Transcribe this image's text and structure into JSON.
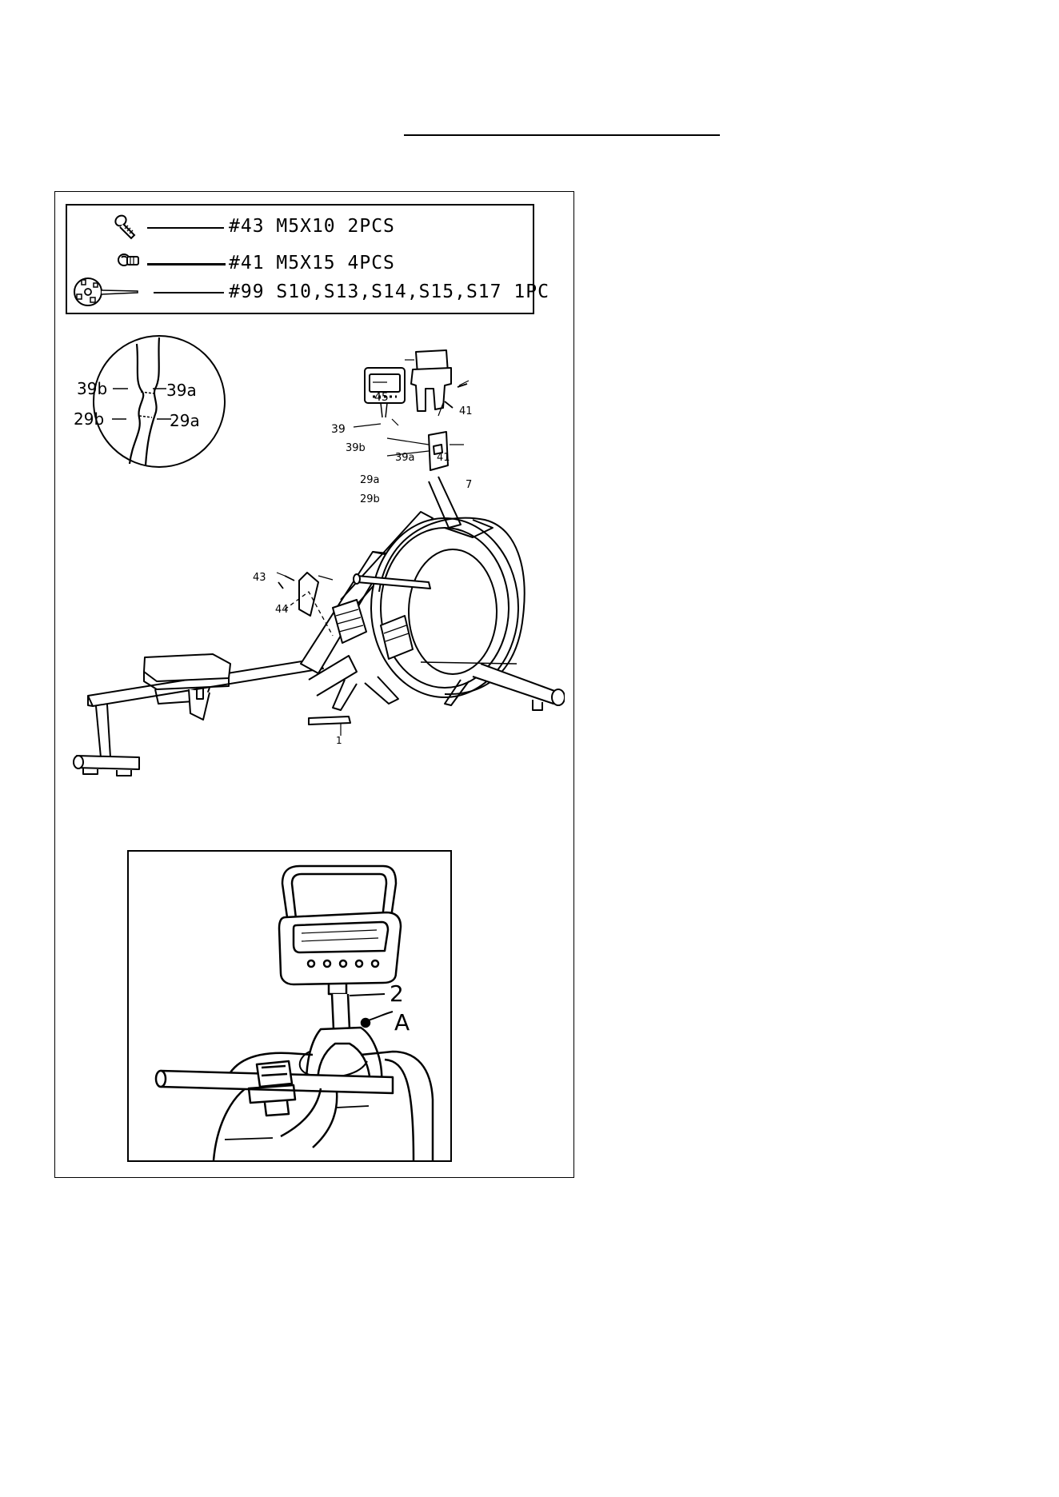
{
  "hardware": [
    {
      "icon": "bolt-m5x10-icon",
      "part": "#43",
      "spec": "M5X10",
      "qty": "2PCS"
    },
    {
      "icon": "bolt-m5x15-icon",
      "part": "#41",
      "spec": "M5X15",
      "qty": "4PCS"
    },
    {
      "icon": "multi-wrench-icon",
      "part": "#99",
      "spec": "S10,S13,S14,S15,S17",
      "qty": "1PC"
    }
  ],
  "callout_detail": {
    "labels": [
      "39b",
      "39a",
      "29b",
      "29a"
    ]
  },
  "main_diagram": {
    "console_part": "39",
    "holder_part": "45",
    "screw_part": "41",
    "screw_part_lower": "41",
    "cable_console_b": "39b",
    "cable_console_a": "39a",
    "cable_mast_a": "29a",
    "cable_mast_b": "29b",
    "mast_part": "7",
    "bracket_part": "44",
    "bracket_screw_part": "43",
    "frame_part": "1"
  },
  "detail_view": {
    "mast_label": "2",
    "point_label": "A"
  }
}
